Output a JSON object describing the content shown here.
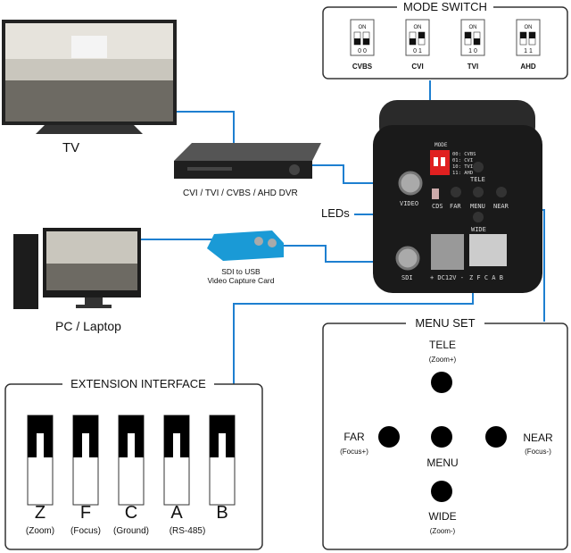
{
  "colors": {
    "line": "#1e7fd0",
    "box": "#333333",
    "camera": "#1a1a1a",
    "switch_red": "#e02020"
  },
  "tv": {
    "label": "TV"
  },
  "dvr": {
    "label": "CVI / TVI / CVBS / AHD DVR"
  },
  "leds": {
    "label": "LEDs"
  },
  "pc": {
    "label": "PC / Laptop"
  },
  "capture": {
    "line1": "SDI to USB",
    "line2": "Video Capture Card"
  },
  "mode_switch": {
    "title": "MODE SWITCH",
    "on": "ON",
    "modes": [
      {
        "name": "CVBS",
        "bits": "0 0"
      },
      {
        "name": "CVI",
        "bits": "0 1"
      },
      {
        "name": "TVI",
        "bits": "1 0"
      },
      {
        "name": "AHD",
        "bits": "1 1"
      }
    ]
  },
  "camera": {
    "mode": "MODE",
    "legend": [
      "00: CVBS",
      "01: CVI",
      "10: TVI",
      "11: AHD"
    ],
    "video": "VIDEO",
    "cds": "CDS",
    "far": "FAR",
    "tele": "TELE",
    "menu": "MENU",
    "near": "NEAR",
    "wide": "WIDE",
    "sdi": "SDI",
    "power": "+ DC12V -",
    "terminals": "Z F C A B"
  },
  "menu_set": {
    "title": "MENU SET",
    "tele": "TELE",
    "tele_sub": "(Zoom+)",
    "far": "FAR",
    "far_sub": "(Focus+)",
    "menu": "MENU",
    "near": "NEAR",
    "near_sub": "(Focus-)",
    "wide": "WIDE",
    "wide_sub": "(Zoom-)"
  },
  "extension": {
    "title": "EXTENSION INTERFACE",
    "pins": [
      {
        "letter": "Z",
        "sub": "(Zoom)"
      },
      {
        "letter": "F",
        "sub": "(Focus)"
      },
      {
        "letter": "C",
        "sub": "(Ground)"
      },
      {
        "letter": "A",
        "sub": ""
      },
      {
        "letter": "B",
        "sub": ""
      }
    ],
    "ab_sub": "(RS-485)"
  }
}
